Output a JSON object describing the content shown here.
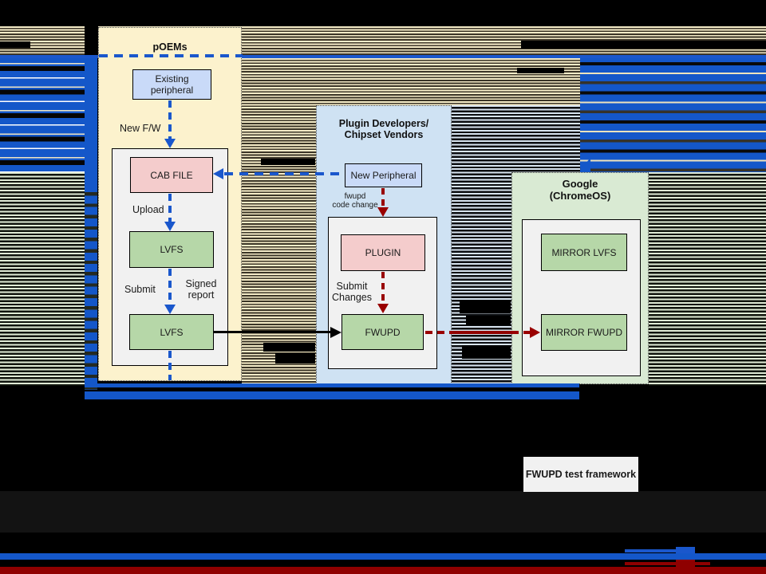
{
  "diagram": {
    "poems": {
      "title": "pOEMs",
      "existing_peripheral": "Existing peripheral",
      "new_fw_label": "New F/W",
      "cab_file": "CAB FILE",
      "upload_label": "Upload",
      "lvfs_top": "LVFS",
      "submit_label": "Submit",
      "signed_report_label": "Signed report",
      "lvfs_bottom": "LVFS"
    },
    "plugin_developers": {
      "title_line1": "Plugin Developers/",
      "title_line2": "Chipset Vendors",
      "new_peripheral": "New Peripheral",
      "fwupd_code_change_line1": "fwupd",
      "fwupd_code_change_line2": "code change",
      "plugin": "PLUGIN",
      "submit_changes_label": "Submit Changes",
      "fwupd": "FWUPD"
    },
    "google": {
      "title_line1": "Google",
      "title_line2": "(ChromeOS)",
      "mirror_lvfs": "MIRROR LVFS",
      "mirror_fwupd": "MIRROR FWUPD"
    },
    "test_framework": {
      "label": "FWUPD test framework"
    }
  },
  "colors": {
    "accent_blue": "#1155cc",
    "dark_red": "#990000",
    "poems_container": "#fcf2cd",
    "plugin_container": "#cfe2f3",
    "google_container": "#d9ead3",
    "peripheral_box": "#c9daf8",
    "file_box": "#f4cccc",
    "service_box": "#b6d7a8",
    "panel_gray": "#f1f1f1"
  }
}
